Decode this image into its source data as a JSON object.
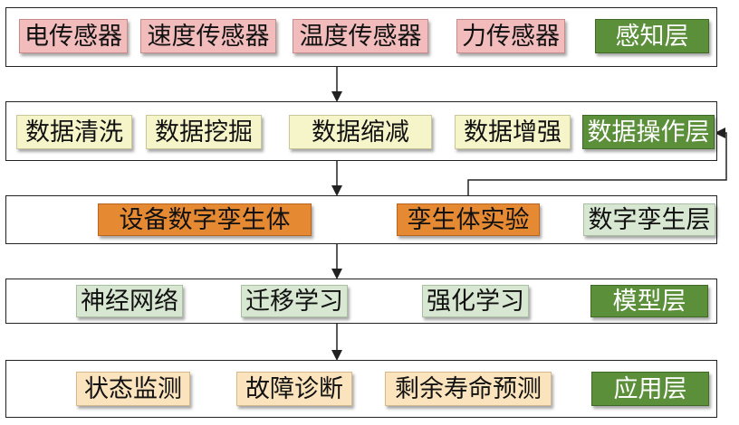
{
  "layers": {
    "perception": {
      "label": "感知层",
      "items": [
        "电传感器",
        "速度传感器",
        "温度传感器",
        "力传感器"
      ]
    },
    "data_operation": {
      "label": "数据操作层",
      "items": [
        "数据清洗",
        "数据挖掘",
        "数据缩减",
        "数据增强"
      ]
    },
    "digital_twin": {
      "label": "数字孪生层",
      "items": [
        "设备数字孪生体",
        "孪生体实验"
      ]
    },
    "model": {
      "label": "模型层",
      "items": [
        "神经网络",
        "迁移学习",
        "强化学习"
      ]
    },
    "application": {
      "label": "应用层",
      "items": [
        "状态监测",
        "故障诊断",
        "剩余寿命预测"
      ]
    }
  },
  "colors": {
    "sensor_box": "#f2bcbc",
    "data_box": "#f6f5c9",
    "twin_box": "#e58a33",
    "model_box": "#d8e7d2",
    "application_box": "#fbe4bd",
    "layer_label_box": "#5b8f3a"
  }
}
